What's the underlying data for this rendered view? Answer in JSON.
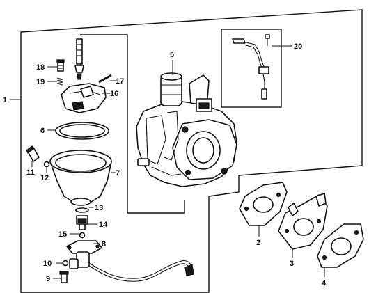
{
  "colors": {
    "line": "#111111",
    "background": "#ffffff"
  },
  "callouts": {
    "c1": "1",
    "c2": "2",
    "c3": "3",
    "c4": "4",
    "c5": "5",
    "c6": "6",
    "c7": "7",
    "c8": "8",
    "c9": "9",
    "c10": "10",
    "c11": "11",
    "c12": "12",
    "c13": "13",
    "c14": "14",
    "c15": "15",
    "c16": "16",
    "c17": "17",
    "c18": "18",
    "c19": "19",
    "c20": "20"
  }
}
